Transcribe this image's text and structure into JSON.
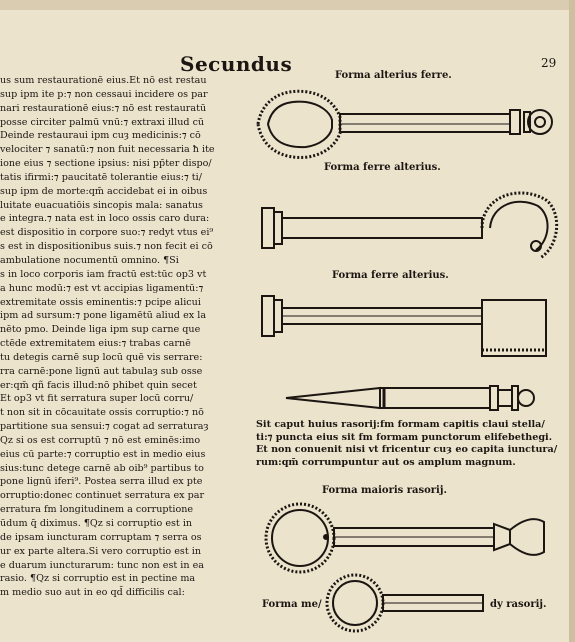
{
  "header": {
    "title": "Secundus",
    "folio": "29"
  },
  "left_column": [
    "us sum restaurationē eius.Et nō est restau",
    "sup ipm ite p:⁊ non cessaui incidere os par",
    "nari restaurationē eius:⁊ nō est restauratū",
    "posse circiter palmū vnū:⁊ extraxi illud cū",
    "Deinde restauraui ipm cuȝ medicinis:⁊ cō",
    "velociter ⁊ sanatū:⁊ non fuit necessaria ħ ite",
    "ione eius ⁊ sectione ipsius: nisi pp̄ter dispo/",
    "tatis ifirmi:⁊ paucitatē tolerantie eius:⁊ ti/",
    "sup ipm de morte:qm̄ accidebat ei in oibus",
    "luitate euacuatiōis sincopis mala: sanatus",
    "e integra.⁊ nata est in loco ossis caro dura:",
    "est dispositio in corpore suo:⁊ redyt vtus ei⁹",
    "s est in dispositionibus suis.⁊ non fecit ei cō",
    "ambulatione nocumentū omnino. ¶Si",
    "s in loco corporis iam fractū est:tūc op3 vt",
    "a hunc modū:⁊ est vt accipias ligamentū:⁊",
    "extremitate ossis eminentis:⁊ pcipe alicui",
    "ipm ad sursum:⁊ pone ligamētū aliud ex la",
    "nēto pmo. Deinde liga ipm sup carne que",
    "ctēde extremitatem eius:⁊ trabas carnē",
    "tu detegis carnē sup locū quē vis serrare:",
    "rra carnē:pone lignū aut tabulaȝ sub osse",
    "er:qm̄ qñ facis illud:nō phibet quin secet",
    "Et op3 vt fit serratura super locū corru/",
    "t non sit in cōcauitate ossis corruptio:⁊ nō",
    "partitione sua sensui:⁊ cogat ad serraturaȝ",
    "Qz si os est corruptū ⁊ nō est eminēs:imo",
    "eius cū parte:⁊ corruptio est in medio eius",
    "sius:tunc detege carnē ab oib⁹ partibus to",
    "pone lignū iferi⁹. Postea serra illud ex pte",
    "orruptio:donec continuet serratura ex par",
    "erratura fm longitudinem a corruptione",
    "ūdum q̄ diximus. ¶Qz si corruptio est in",
    "de ipsam iuncturam corruptam ⁊ serra os",
    "ur ex parte altera.Si vero corruptio est in",
    "e duarum iuncturarum: tunc non est in ea",
    "rasio. ¶Qz si corruptio est in pectine ma",
    "m medio suo aut in eo qd̄ difficilis cal:"
  ],
  "captions": {
    "c1": "Forma alterius ferre.",
    "c2": "Forma ferre alterius.",
    "c3": "Forma ferre alterius.",
    "c4": "Forma maioris rasorij.",
    "c5a": "Forma me/",
    "c5b": "dy rasorij."
  },
  "paragraph": [
    "Sit caput huius rasorij:fm formam capitis claui stella/",
    "ti:⁊ puncta eius sit fm formam punctorum elifebethegi.",
    "Et non conuenit nisi vt fricentur cuȝ eo capita iunctura/",
    "rum:qm̄ corrumpuntur aut os amplum magnum."
  ],
  "colors": {
    "paper": "#ece3cd",
    "ink": "#1c1612"
  }
}
